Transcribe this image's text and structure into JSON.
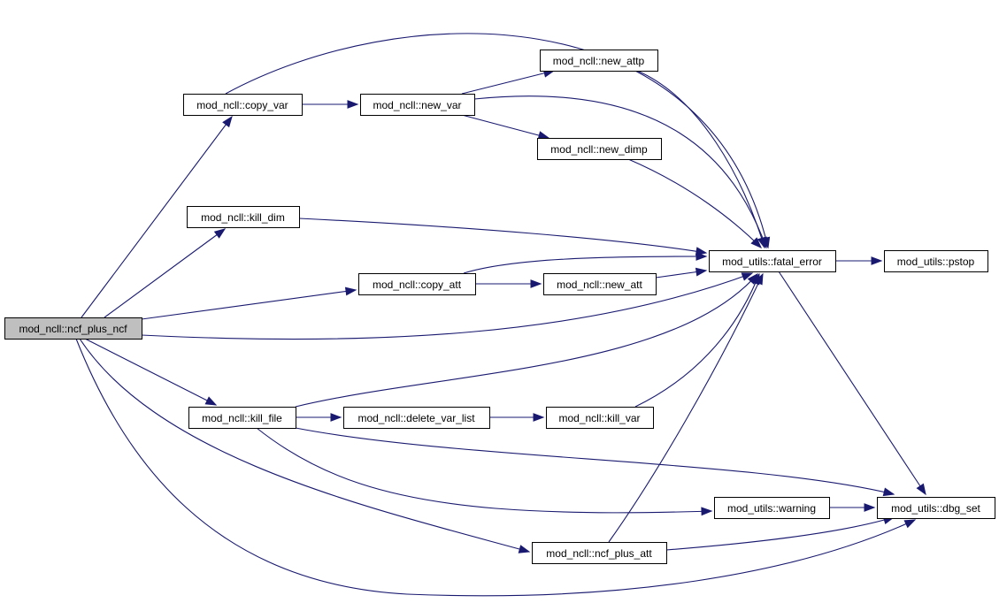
{
  "colors": {
    "edge": "#191970",
    "node_fill": "#ffffff",
    "root_fill": "#bfbfbf",
    "node_border": "#000000"
  },
  "nodes": {
    "ncf_plus_ncf": "mod_ncll::ncf_plus_ncf",
    "copy_var": "mod_ncll::copy_var",
    "new_var": "mod_ncll::new_var",
    "new_attp": "mod_ncll::new_attp",
    "new_dimp": "mod_ncll::new_dimp",
    "kill_dim": "mod_ncll::kill_dim",
    "copy_att": "mod_ncll::copy_att",
    "new_att": "mod_ncll::new_att",
    "fatal_error": "mod_utils::fatal_error",
    "pstop": "mod_utils::pstop",
    "kill_file": "mod_ncll::kill_file",
    "delete_var_list": "mod_ncll::delete_var_list",
    "kill_var": "mod_ncll::kill_var",
    "warning": "mod_utils::warning",
    "dbg_set": "mod_utils::dbg_set",
    "ncf_plus_att": "mod_ncll::ncf_plus_att"
  },
  "edges": [
    [
      "ncf_plus_ncf",
      "copy_var"
    ],
    [
      "ncf_plus_ncf",
      "kill_dim"
    ],
    [
      "ncf_plus_ncf",
      "copy_att"
    ],
    [
      "ncf_plus_ncf",
      "fatal_error"
    ],
    [
      "ncf_plus_ncf",
      "kill_file"
    ],
    [
      "ncf_plus_ncf",
      "ncf_plus_att"
    ],
    [
      "ncf_plus_ncf",
      "dbg_set"
    ],
    [
      "copy_var",
      "new_var"
    ],
    [
      "copy_var",
      "fatal_error"
    ],
    [
      "new_var",
      "new_attp"
    ],
    [
      "new_var",
      "new_dimp"
    ],
    [
      "new_var",
      "fatal_error"
    ],
    [
      "new_attp",
      "fatal_error"
    ],
    [
      "new_dimp",
      "fatal_error"
    ],
    [
      "kill_dim",
      "fatal_error"
    ],
    [
      "copy_att",
      "new_att"
    ],
    [
      "copy_att",
      "fatal_error"
    ],
    [
      "new_att",
      "fatal_error"
    ],
    [
      "fatal_error",
      "pstop"
    ],
    [
      "fatal_error",
      "dbg_set"
    ],
    [
      "kill_file",
      "delete_var_list"
    ],
    [
      "kill_file",
      "fatal_error"
    ],
    [
      "kill_file",
      "warning"
    ],
    [
      "kill_file",
      "dbg_set"
    ],
    [
      "delete_var_list",
      "kill_var"
    ],
    [
      "kill_var",
      "fatal_error"
    ],
    [
      "warning",
      "dbg_set"
    ],
    [
      "ncf_plus_att",
      "fatal_error"
    ],
    [
      "ncf_plus_att",
      "dbg_set"
    ]
  ]
}
